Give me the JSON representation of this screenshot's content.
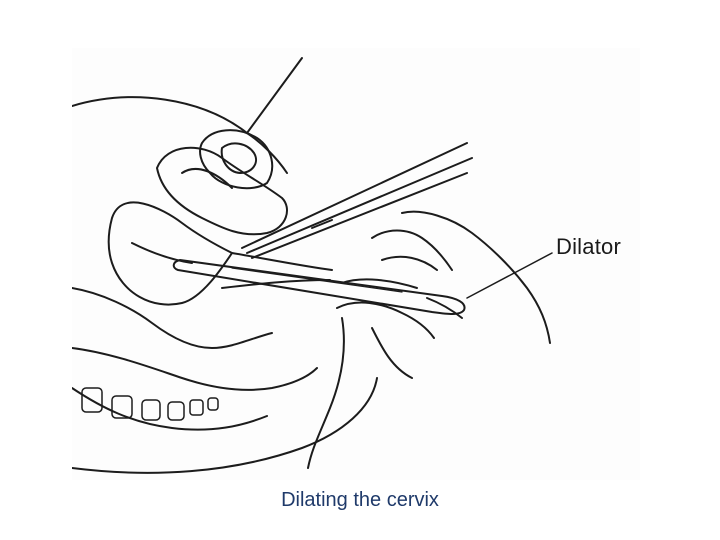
{
  "slide": {
    "caption": "Dilating the cervix",
    "caption_color": "#1f3a6a",
    "background": "#ffffff"
  },
  "figure": {
    "style": "black line drawing",
    "labels": {
      "dilator": "Dilator"
    }
  }
}
